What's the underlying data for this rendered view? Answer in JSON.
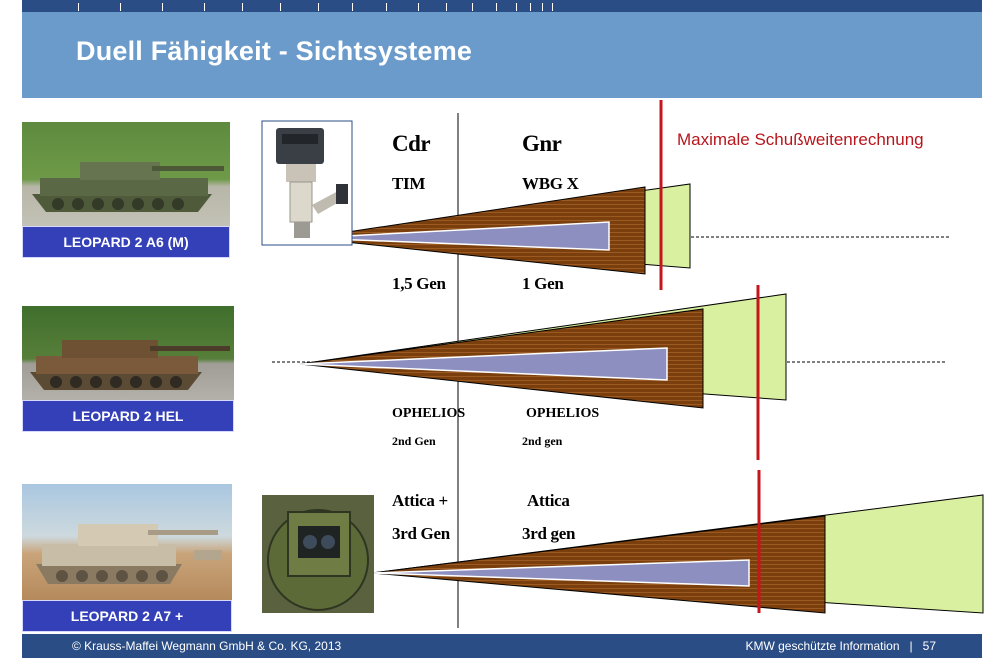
{
  "header": {
    "title": "Duell Fähigkeit - Sichtsysteme"
  },
  "annotation": {
    "max_range": "Maximale Schußweitenrechnung"
  },
  "tanks": [
    {
      "name": "LEOPARD 2 A6 (M)"
    },
    {
      "name": "LEOPARD 2 HEL"
    },
    {
      "name": "LEOPARD 2 A7  +"
    }
  ],
  "columns": {
    "cdr": "Cdr",
    "gnr": "Gnr"
  },
  "row1": {
    "cdr_system": "TIM",
    "gnr_system": "WBG X",
    "cdr_gen": "1,5 Gen",
    "gnr_gen": "1 Gen"
  },
  "row2": {
    "cdr_system": "OPHELIOS",
    "gnr_system": "OPHELIOS",
    "cdr_gen": "2nd Gen",
    "gnr_gen": "2nd gen"
  },
  "row3": {
    "cdr_system": "Attica +",
    "gnr_system": "Attica",
    "cdr_gen": "3rd Gen",
    "gnr_gen": "3rd gen"
  },
  "footer": {
    "left": "© Krauss-Maffei Wegmann GmbH & Co. KG, 2013",
    "right": "KMW geschützte Information   |   57"
  },
  "colors": {
    "header": "#6a9bcb",
    "bar": "#2a4d86",
    "label": "#3340b8",
    "brown": "#7a3f0c",
    "green": "#d9f0a0",
    "blue_wedge": "#8d8fc0",
    "red_line": "#c4161c"
  }
}
